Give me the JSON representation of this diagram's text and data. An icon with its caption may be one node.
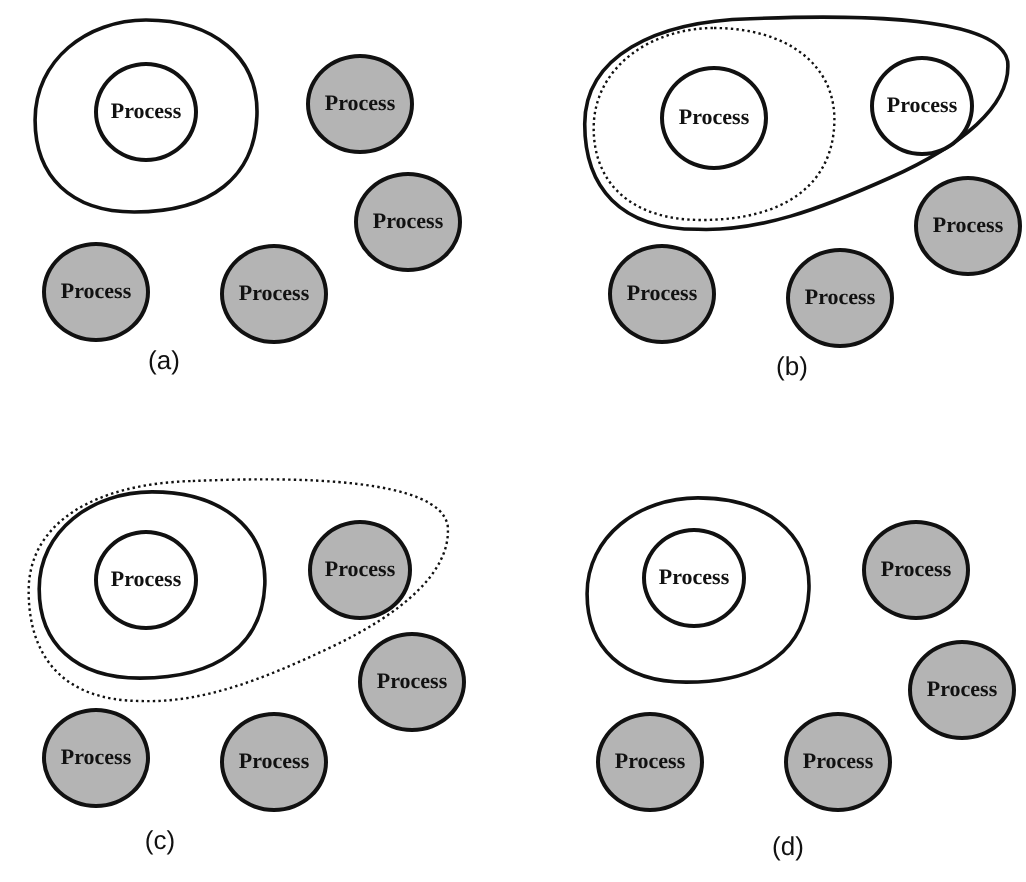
{
  "diagram": {
    "nodes": [
      {
        "text": [],
        "shape": "blob"
      },
      {
        "text": [
          "Process"
        ],
        "in": 0
      },
      {
        "text": [
          "Process"
        ]
      },
      {
        "text": [
          "Process"
        ]
      },
      {
        "text": [
          "Process"
        ]
      },
      {
        "text": [
          "Process"
        ]
      },
      {
        "text": [],
        "shape": "blob"
      },
      {
        "text": [],
        "shape": "loop",
        "in": 6
      },
      {
        "text": [
          "Process"
        ],
        "in": 7
      },
      {
        "text": [
          "Process"
        ],
        "in": 6
      },
      {
        "text": [
          "Process"
        ]
      },
      {
        "text": [
          "Process"
        ]
      },
      {
        "text": [
          "Process"
        ]
      },
      {
        "text": [],
        "shape": "loop"
      },
      {
        "text": [],
        "shape": "blob",
        "in": 13
      },
      {
        "text": [
          "Process"
        ],
        "in": 14
      },
      {
        "text": [
          "Process"
        ],
        "in": 13
      },
      {
        "text": [
          "Process"
        ]
      },
      {
        "text": [
          "Process"
        ]
      },
      {
        "text": [
          "Process"
        ]
      },
      {
        "text": [],
        "shape": "blob"
      },
      {
        "text": [
          "Process"
        ],
        "in": 20
      },
      {
        "text": [
          "Process"
        ]
      },
      {
        "text": [
          "Process"
        ]
      },
      {
        "text": [
          "Process"
        ]
      },
      {
        "text": [
          "Process"
        ]
      }
    ],
    "labels": [
      "(a)",
      "(b)",
      "(c)",
      "(d)"
    ]
  }
}
